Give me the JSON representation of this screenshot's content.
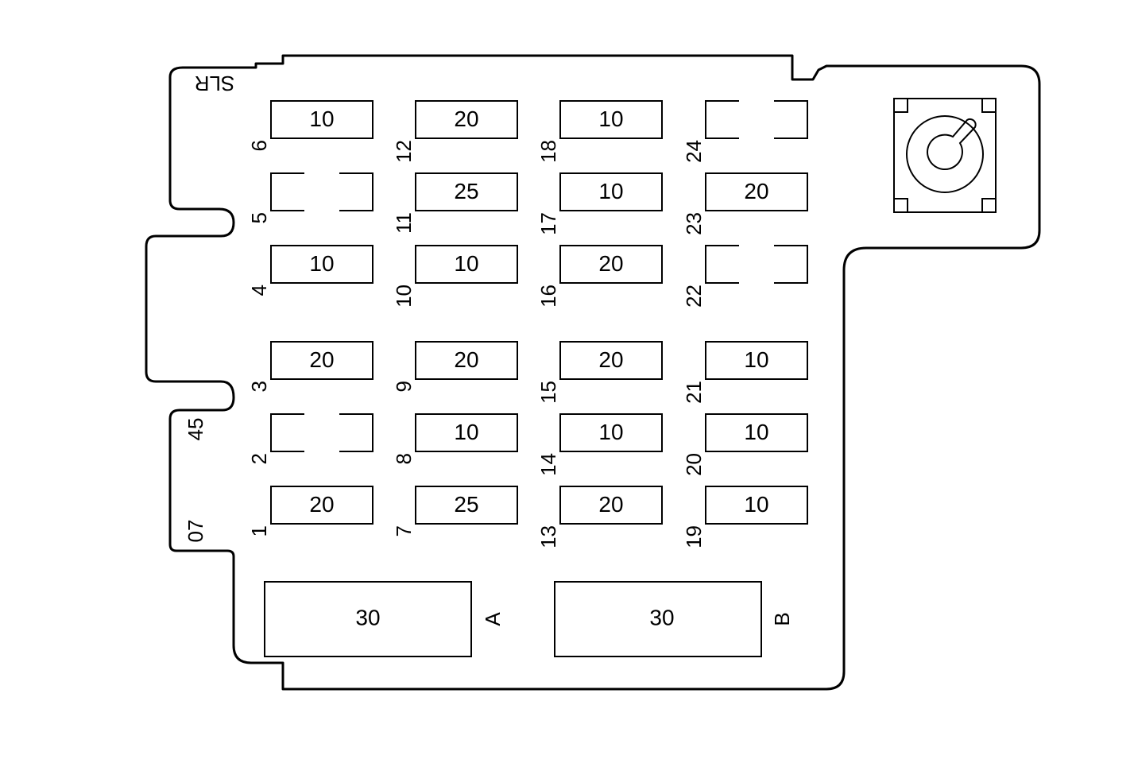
{
  "panel": {
    "marking_top": "SLR",
    "marking_side_upper": "45",
    "marking_side_lower": "07"
  },
  "fuses": [
    {
      "number": "1",
      "rating": "20"
    },
    {
      "number": "2",
      "rating": ""
    },
    {
      "number": "3",
      "rating": "20"
    },
    {
      "number": "4",
      "rating": "10"
    },
    {
      "number": "5",
      "rating": ""
    },
    {
      "number": "6",
      "rating": "10"
    },
    {
      "number": "7",
      "rating": "25"
    },
    {
      "number": "8",
      "rating": "10"
    },
    {
      "number": "9",
      "rating": "20"
    },
    {
      "number": "10",
      "rating": "10"
    },
    {
      "number": "11",
      "rating": "25"
    },
    {
      "number": "12",
      "rating": "20"
    },
    {
      "number": "13",
      "rating": "20"
    },
    {
      "number": "14",
      "rating": "10"
    },
    {
      "number": "15",
      "rating": "20"
    },
    {
      "number": "16",
      "rating": "20"
    },
    {
      "number": "17",
      "rating": "10"
    },
    {
      "number": "18",
      "rating": "10"
    },
    {
      "number": "19",
      "rating": "10"
    },
    {
      "number": "20",
      "rating": "10"
    },
    {
      "number": "21",
      "rating": "10"
    },
    {
      "number": "22",
      "rating": ""
    },
    {
      "number": "23",
      "rating": "20"
    },
    {
      "number": "24",
      "rating": ""
    }
  ],
  "maxi_fuses": [
    {
      "label": "A",
      "rating": "30"
    },
    {
      "label": "B",
      "rating": "30"
    }
  ],
  "relay": {
    "icon": "rotary-switch-icon"
  }
}
